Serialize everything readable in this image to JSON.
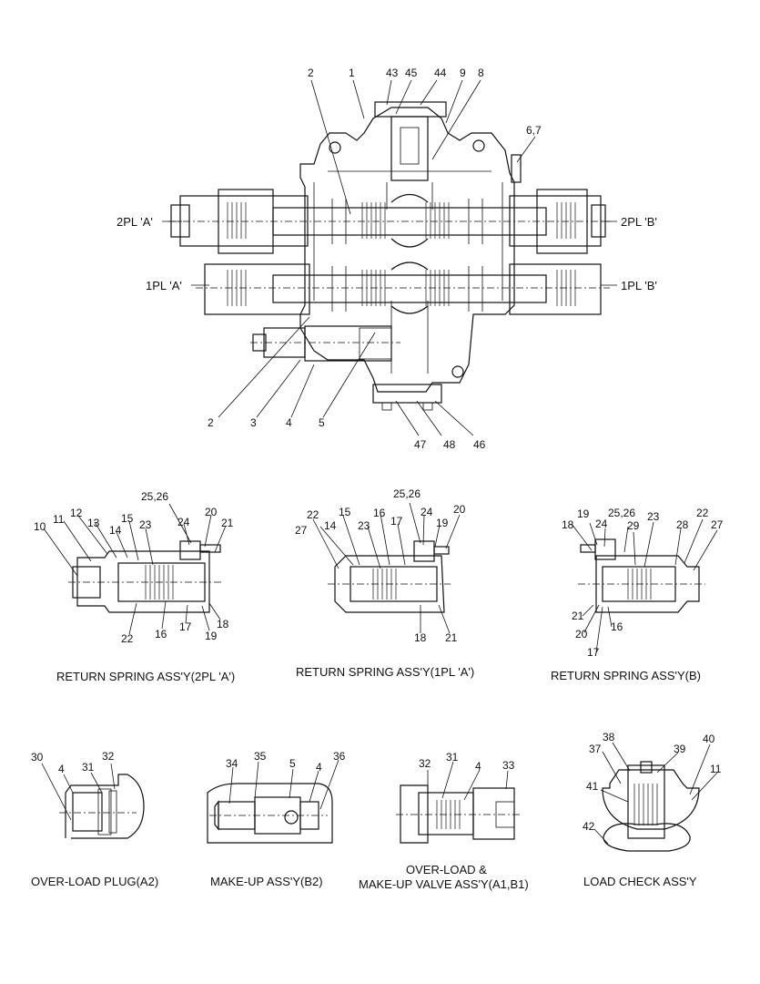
{
  "main": {
    "part_labels": [
      "2",
      "1",
      "43",
      "45",
      "44",
      "9",
      "8",
      "6,7",
      "2",
      "3",
      "4",
      "5",
      "47",
      "48",
      "46"
    ],
    "port_labels": [
      "2PL 'A'",
      "2PL 'B'",
      "1PL 'A'",
      "1PL 'B'"
    ]
  },
  "return_spring_2pl_a": {
    "caption": "RETURN SPRING ASS'Y(2PL 'A')",
    "labels": [
      "25,26",
      "10",
      "11",
      "12",
      "13",
      "14",
      "15",
      "23",
      "24",
      "20",
      "21",
      "22",
      "16",
      "17",
      "19",
      "18"
    ]
  },
  "return_spring_1pl_a": {
    "caption": "RETURN SPRING ASS'Y(1PL 'A')",
    "labels": [
      "25,26",
      "22",
      "15",
      "16",
      "24",
      "20",
      "27",
      "14",
      "23",
      "17",
      "19",
      "18",
      "21"
    ]
  },
  "return_spring_b": {
    "caption": "RETURN SPRING ASS'Y(B)",
    "labels": [
      "19",
      "25,26",
      "22",
      "18",
      "24",
      "29",
      "23",
      "28",
      "27",
      "21",
      "16",
      "20",
      "17"
    ]
  },
  "overload_plug": {
    "caption": "OVER-LOAD PLUG(A2)",
    "labels": [
      "30",
      "4",
      "31",
      "32"
    ]
  },
  "makeup": {
    "caption": "MAKE-UP ASS'Y(B2)",
    "labels": [
      "34",
      "35",
      "5",
      "4",
      "36"
    ]
  },
  "overload_makeup": {
    "caption_line1": "OVER-LOAD &",
    "caption_line2": "MAKE-UP VALVE ASS'Y(A1,B1)",
    "labels": [
      "32",
      "31",
      "4",
      "33"
    ]
  },
  "load_check": {
    "caption": "LOAD CHECK ASS'Y",
    "labels": [
      "38",
      "40",
      "37",
      "39",
      "11",
      "41",
      "42"
    ]
  }
}
